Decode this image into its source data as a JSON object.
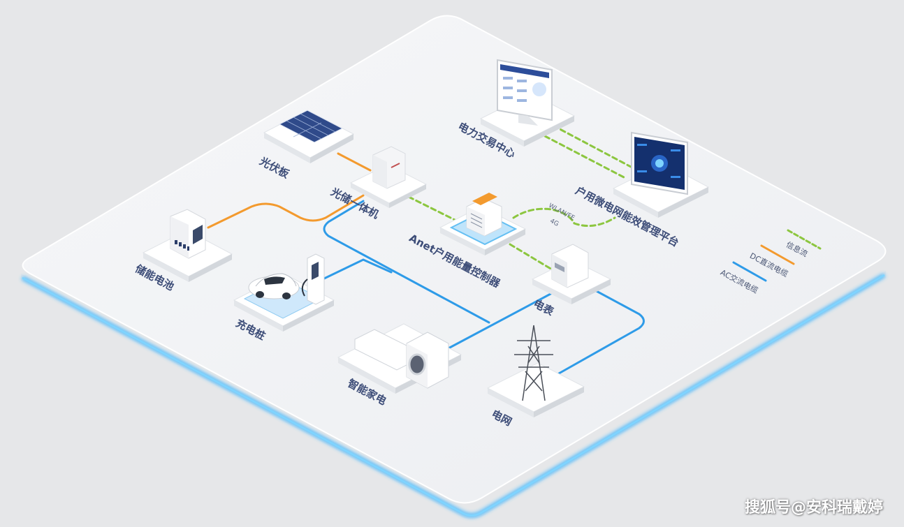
{
  "nodes": {
    "pv": "光伏板",
    "inverter": "光储一体机",
    "storage": "储能电池",
    "charger": "充电桩",
    "controller": "Anet户用能量控制器",
    "trade": "电力交易中心",
    "platform": "户用微电网能效管理平台",
    "meter": "电表",
    "appliance": "智能家电",
    "grid": "电网"
  },
  "link_labels": {
    "wlan": "WLAN/FE",
    "g4": "4G"
  },
  "legend": {
    "info": "信息流",
    "dc": "DC直流电缆",
    "ac": "AC交流电缆"
  },
  "colors": {
    "info": "#8cc63f",
    "dc": "#f39a2e",
    "ac": "#2e9be8",
    "label": "#3d4d78",
    "glow": "#3fb8ff"
  },
  "watermark": "搜狐号@安科瑞戴婷"
}
